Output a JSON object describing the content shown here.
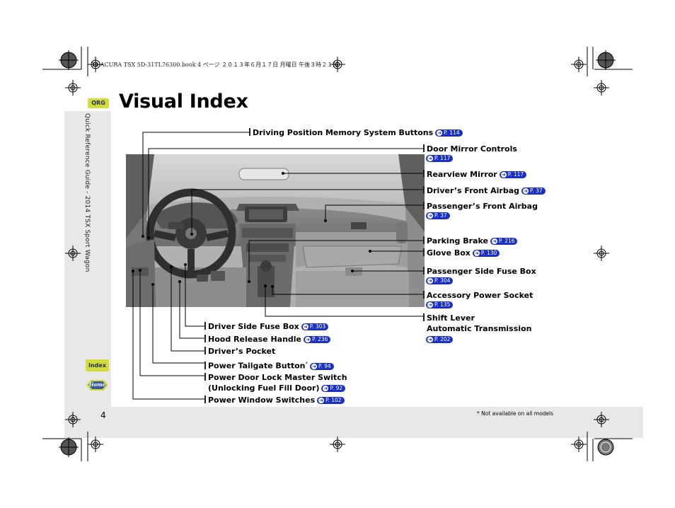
{
  "header_line": "14 ACURA TSX 5D-31TL76300.book  4 ページ  ２０１３年６月１７日  月曜日  午後３時２１分",
  "sidebar": {
    "qrg_tab": "QRG",
    "vertical_text": "Quick Reference Guide - 2014 TSX Sport Wagon",
    "index_tab": "Index",
    "home_tab": "Home"
  },
  "page_title": "Visual Index",
  "labels": {
    "driving_memory": {
      "text": "Driving Position Memory System Buttons",
      "page": "P. 114"
    },
    "door_mirror": {
      "text": "Door Mirror Controls",
      "page": "P. 117"
    },
    "rearview_mirror": {
      "text": "Rearview Mirror",
      "page": "P. 117"
    },
    "driver_airbag": {
      "text": "Driver’s Front Airbag",
      "page": "P. 37"
    },
    "passenger_airbag": {
      "text": "Passenger’s Front Airbag",
      "page": "P. 37"
    },
    "parking_brake": {
      "text": "Parking Brake",
      "page": "P. 216"
    },
    "glove_box": {
      "text": "Glove Box",
      "page": "P. 130"
    },
    "pass_fuse": {
      "text": "Passenger Side Fuse Box",
      "page": "P. 304"
    },
    "accessory_socket": {
      "text": "Accessory Power Socket",
      "page": "P. 135"
    },
    "shift_lever": {
      "text": "Shift Lever",
      "text2": "Automatic Transmission",
      "page": "P. 202"
    },
    "driver_fuse": {
      "text": "Driver Side Fuse Box",
      "page": "P. 303"
    },
    "hood_release": {
      "text": "Hood Release Handle",
      "page": "P. 236"
    },
    "drivers_pocket": {
      "text": "Driver’s Pocket"
    },
    "tailgate": {
      "text": "Power Tailgate Button",
      "star": "*",
      "page": "P. 94"
    },
    "door_lock": {
      "text": "Power Door Lock Master Switch",
      "text2": "(Unlocking Fuel Fill Door)",
      "page": "P. 92"
    },
    "window_switches": {
      "text": "Power Window Switches",
      "page": "P. 102"
    }
  },
  "footer": {
    "page_number": "4",
    "note": "* Not available on all models"
  },
  "colors": {
    "link_blue": "#1a2ec8",
    "tab_yellow": "#d4dc3a",
    "home_tab_blue": "#3b5a9a",
    "sidebar_gray": "#e8e8e8"
  }
}
